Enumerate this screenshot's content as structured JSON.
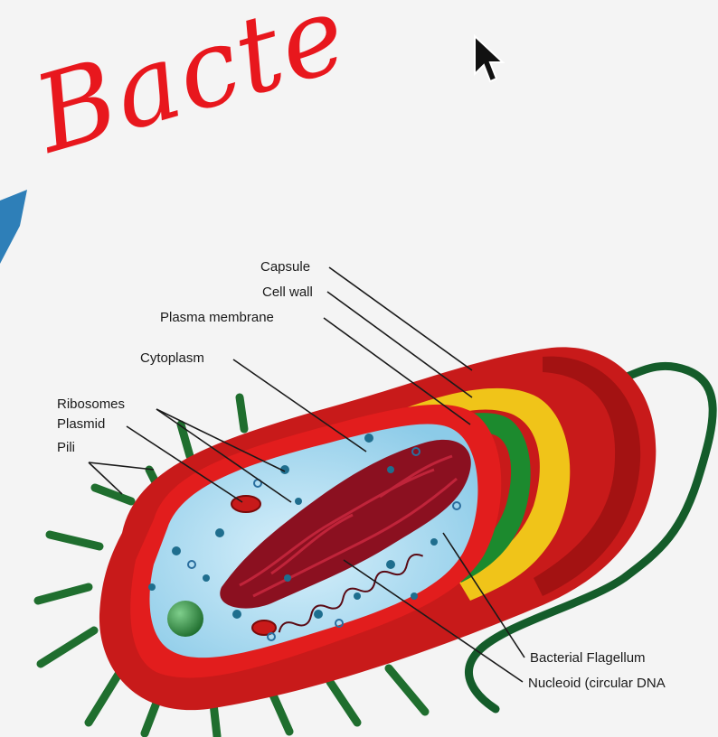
{
  "annotation": {
    "handwritten_text": "Bacte",
    "color": "#e8171d"
  },
  "diagram": {
    "labels": {
      "capsule": "Capsule",
      "cell_wall": "Cell wall",
      "plasma_membrane": "Plasma membrane",
      "cytoplasm": "Cytoplasm",
      "ribosomes": "Ribosomes",
      "plasmid": "Plasmid",
      "pili": "Pili",
      "flagellum": "Bacterial Flagellum",
      "nucleoid": "Nucleoid (circular DNA"
    },
    "colors": {
      "capsule": "#c81a1a",
      "cell_wall": "#f0c419",
      "plasma_membrane": "#1c8a2e",
      "cytoplasm": "#a8d8ef",
      "nucleoid": "#8b1020",
      "flagellum": "#145c2a",
      "pili": "#1f6e2e"
    }
  },
  "icons": {
    "cursor": "mouse-pointer-icon",
    "side_arrow": "blue-arrow-shape"
  }
}
